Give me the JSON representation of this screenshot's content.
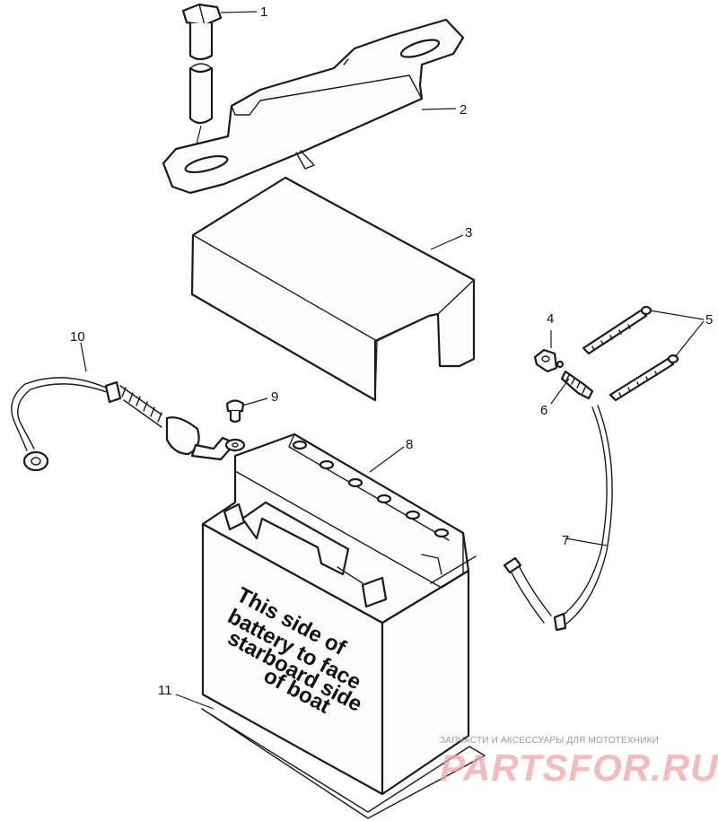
{
  "callouts": [
    {
      "id": "1",
      "label": "1"
    },
    {
      "id": "2",
      "label": "2"
    },
    {
      "id": "3",
      "label": "3"
    },
    {
      "id": "4",
      "label": "4"
    },
    {
      "id": "5",
      "label": "5"
    },
    {
      "id": "6",
      "label": "6"
    },
    {
      "id": "7",
      "label": "7"
    },
    {
      "id": "8",
      "label": "8"
    },
    {
      "id": "9",
      "label": "9"
    },
    {
      "id": "10",
      "label": "10"
    },
    {
      "id": "11",
      "label": "11"
    }
  ],
  "battery_label": {
    "line1": "This side of",
    "line2": "battery to face",
    "line3": "starboard side",
    "line4": "of boat"
  },
  "watermark": {
    "caption": "ЗАПЧАСТИ И АКСЕССУАРЫ ДЛЯ МОТОТЕХНИКИ",
    "logo": "PARTSFOR.RU"
  }
}
